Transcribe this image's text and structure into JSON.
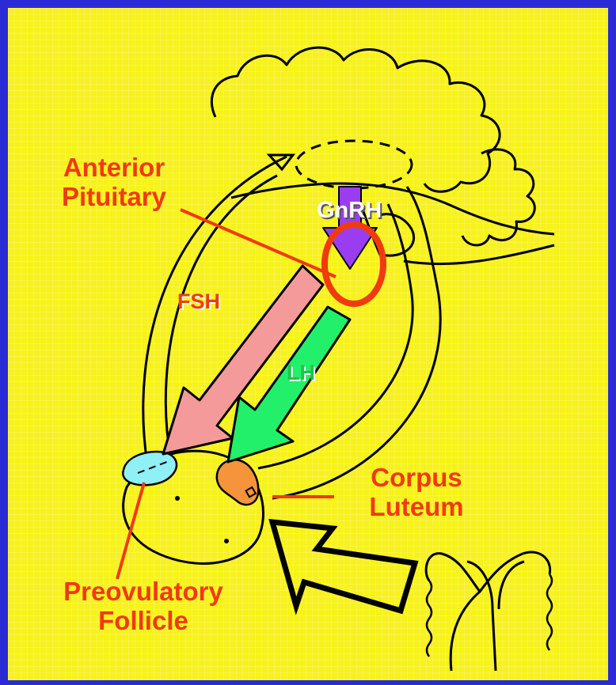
{
  "labels": {
    "anterior_pituitary_line1": "Anterior",
    "anterior_pituitary_line2": "Pituitary",
    "gnrh": "GnRH",
    "fsh": "FSH",
    "lh": "LH",
    "corpus_luteum_line1": "Corpus",
    "corpus_luteum_line2": "Luteum",
    "preovulatory_follicle_line1": "Preovulatory",
    "preovulatory_follicle_line2": "Follicle"
  },
  "colors": {
    "background": "#f7f21c",
    "frame": "#2b2bd6",
    "label_text": "#f03a10",
    "fsh_arrow": "#f49a9a",
    "lh_arrow": "#22f06a",
    "gnrh_arrow": "#9a3df0",
    "pituitary_ring": "#f03a10",
    "follicle": "#8ff0f5",
    "corpus_luteum": "#f5943a"
  }
}
